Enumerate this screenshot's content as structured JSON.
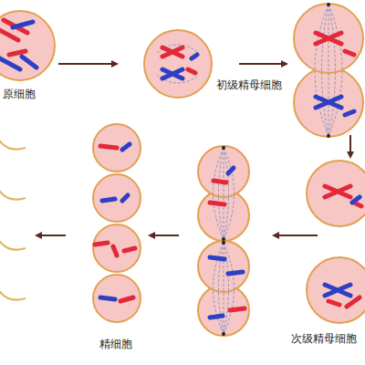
{
  "diagram": {
    "labels": [
      "原细胞",
      "初级精母细胞",
      "次级精母细胞",
      "精细胞"
    ]
  }
}
